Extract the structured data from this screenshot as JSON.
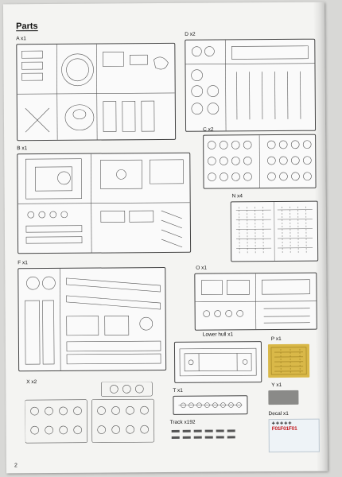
{
  "page": {
    "title": "Parts",
    "page_number": "2"
  },
  "sprues": [
    {
      "key": "A",
      "label": "A x1"
    },
    {
      "key": "D",
      "label": "D x2"
    },
    {
      "key": "C",
      "label": "C x2"
    },
    {
      "key": "B",
      "label": "B x1"
    },
    {
      "key": "N",
      "label": "N x4"
    },
    {
      "key": "F",
      "label": "F x1"
    },
    {
      "key": "O",
      "label": "O x1"
    },
    {
      "key": "LH",
      "label": "Lower hull x1"
    },
    {
      "key": "P",
      "label": "P x1"
    },
    {
      "key": "Y",
      "label": "Y x1"
    },
    {
      "key": "X",
      "label": "X x2"
    },
    {
      "key": "T",
      "label": "T x1"
    },
    {
      "key": "TR",
      "label": "Track x192"
    },
    {
      "key": "DC",
      "label": "Decal x1"
    }
  ],
  "decal": {
    "text": "F01F01F01",
    "crosses": "✚✚✚✚✚"
  },
  "colors": {
    "photo_etch": "#d9b848",
    "clear_part": "#8a8a88",
    "decal_red": "#c4161c"
  }
}
